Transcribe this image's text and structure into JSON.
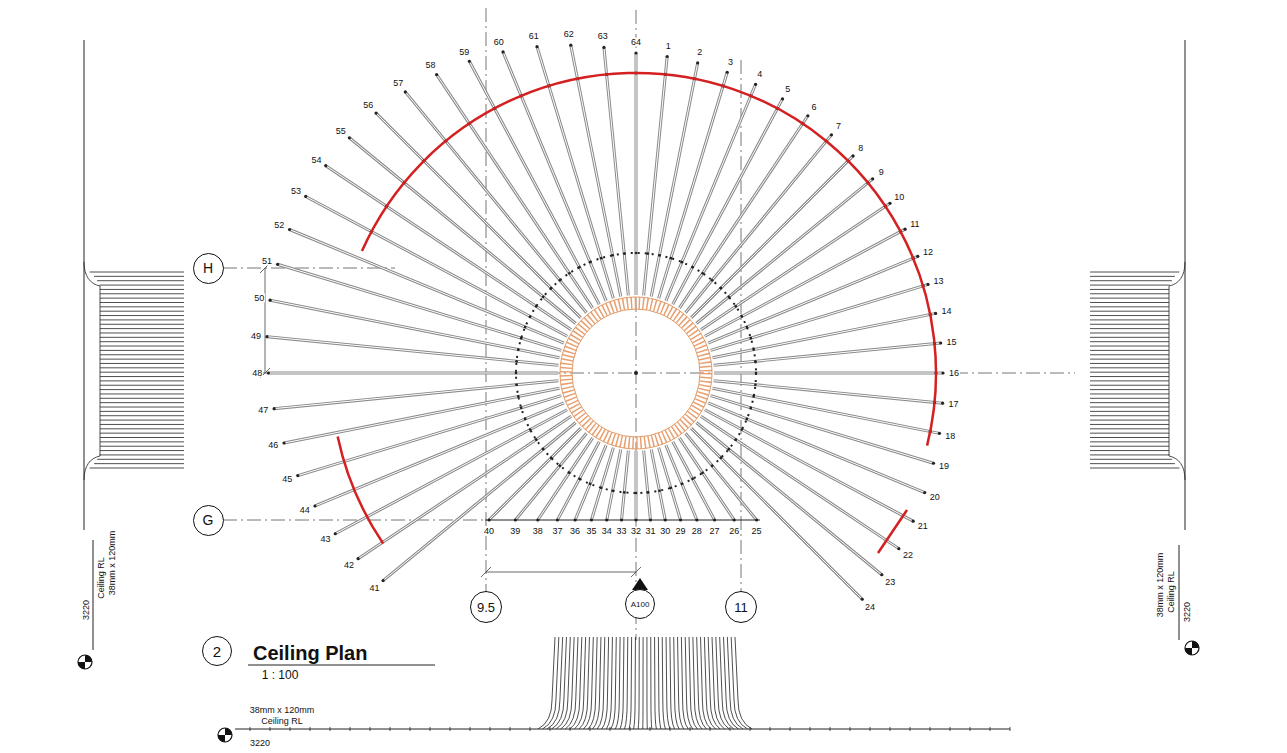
{
  "diagram": {
    "title": "Ceiling Plan",
    "nodes": [
      {
        "text": [
          "H"
        ]
      },
      {
        "text": [
          "G"
        ]
      },
      {
        "text": [
          "9.5"
        ]
      },
      {
        "text": [
          "A100"
        ]
      },
      {
        "text": [
          "11"
        ]
      },
      {
        "text": [
          "2"
        ]
      }
    ],
    "labels": [
      "1",
      "2",
      "3",
      "4",
      "5",
      "6",
      "7",
      "8",
      "9",
      "10",
      "11",
      "12",
      "13",
      "14",
      "15",
      "16",
      "17",
      "18",
      "19",
      "20",
      "21",
      "22",
      "23",
      "24",
      "25",
      "26",
      "27",
      "28",
      "29",
      "30",
      "31",
      "32",
      "33",
      "34",
      "35",
      "36",
      "37",
      "38",
      "39",
      "40",
      "41",
      "42",
      "43",
      "44",
      "45",
      "46",
      "47",
      "48",
      "49",
      "50",
      "51",
      "52",
      "53",
      "54",
      "55",
      "56",
      "57",
      "58",
      "59",
      "60",
      "61",
      "62",
      "63",
      "64",
      "1 : 100",
      "38mm x 120mm",
      "Ceiling RL",
      "3220",
      "38mm x 120mm",
      "Ceiling RL",
      "3220",
      "38mm x 120mm",
      "Ceiling RL",
      "3220"
    ]
  }
}
